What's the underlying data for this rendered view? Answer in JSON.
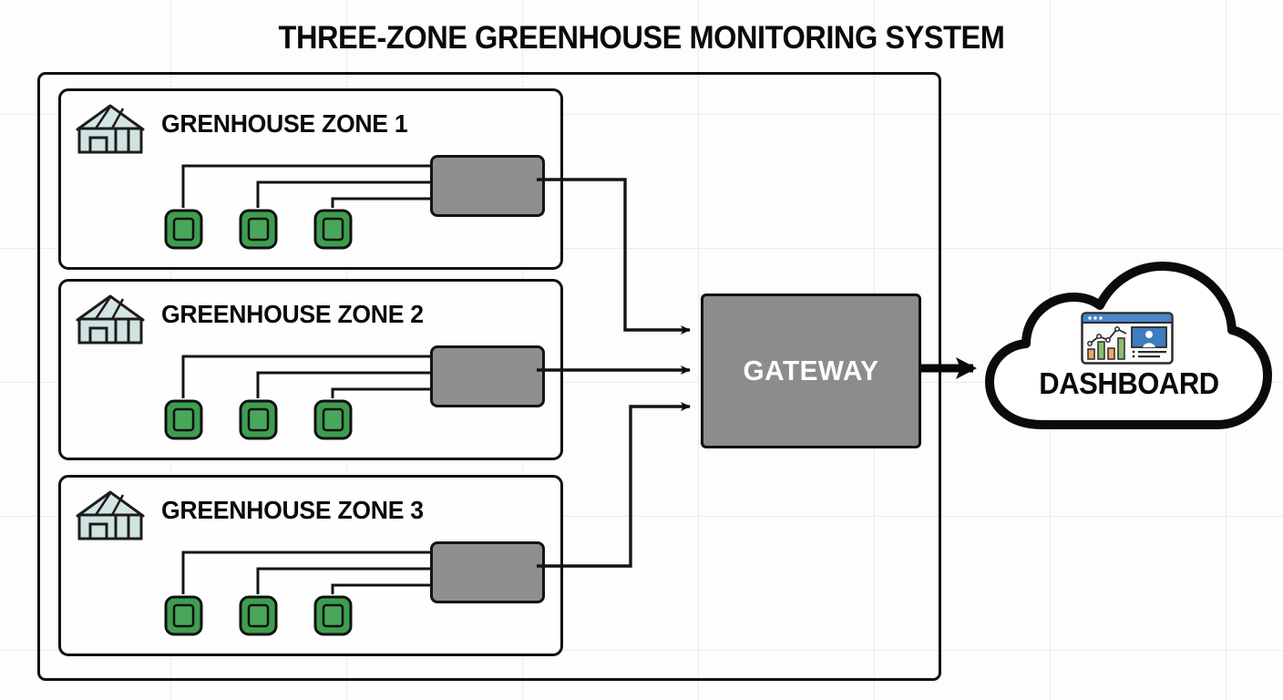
{
  "diagram": {
    "title": "THREE-ZONE GREENHOUSE MONITORING SYSTEM",
    "background_color": "#fdfdfd",
    "grid_color": "#ebebeb"
  },
  "zones": [
    {
      "label": "GRENHOUSE ZONE 1",
      "icon": "greenhouse-icon",
      "hub": {
        "name": "zone-hub",
        "fill": "#8f8f8f"
      },
      "sensors": [
        {
          "name": "sensor-node",
          "fill": "#3d9e4f"
        },
        {
          "name": "sensor-node",
          "fill": "#3d9e4f"
        },
        {
          "name": "sensor-node",
          "fill": "#3d9e4f"
        }
      ]
    },
    {
      "label": "GREENHOUSE ZONE 2",
      "icon": "greenhouse-icon",
      "hub": {
        "name": "zone-hub",
        "fill": "#8f8f8f"
      },
      "sensors": [
        {
          "name": "sensor-node",
          "fill": "#3d9e4f"
        },
        {
          "name": "sensor-node",
          "fill": "#3d9e4f"
        },
        {
          "name": "sensor-node",
          "fill": "#3d9e4f"
        }
      ]
    },
    {
      "label": "GREENHOUSE ZONE 3",
      "icon": "greenhouse-icon",
      "hub": {
        "name": "zone-hub",
        "fill": "#8f8f8f"
      },
      "sensors": [
        {
          "name": "sensor-node",
          "fill": "#3d9e4f"
        },
        {
          "name": "sensor-node",
          "fill": "#3d9e4f"
        },
        {
          "name": "sensor-node",
          "fill": "#3d9e4f"
        }
      ]
    }
  ],
  "gateway": {
    "label": "GATEWAY",
    "fill": "#8c8c8c",
    "text_color": "#ffffff"
  },
  "cloud": {
    "label": "DASHBOARD",
    "icon": "dashboard-window-icon",
    "icon_parts": {
      "titlebar_color": "#4a86c8",
      "bar_colors": [
        "#e8a868",
        "#8fbb72",
        "#e8a868",
        "#8fbb72"
      ],
      "avatar_panel_color": "#3f7cc0"
    }
  },
  "connections": {
    "zone_to_gateway": [
      "zone-1-to-gateway",
      "zone-2-to-gateway",
      "zone-3-to-gateway"
    ],
    "gateway_to_cloud": "gateway-to-dashboard"
  },
  "colors": {
    "sensor_green": "#3d9e4f",
    "sensor_inner_green": "#49a75b",
    "hub_gray": "#8f8f8f",
    "gateway_gray": "#8c8c8c",
    "greenhouse_glass": "#cfe3e0",
    "outline": "#111111"
  }
}
